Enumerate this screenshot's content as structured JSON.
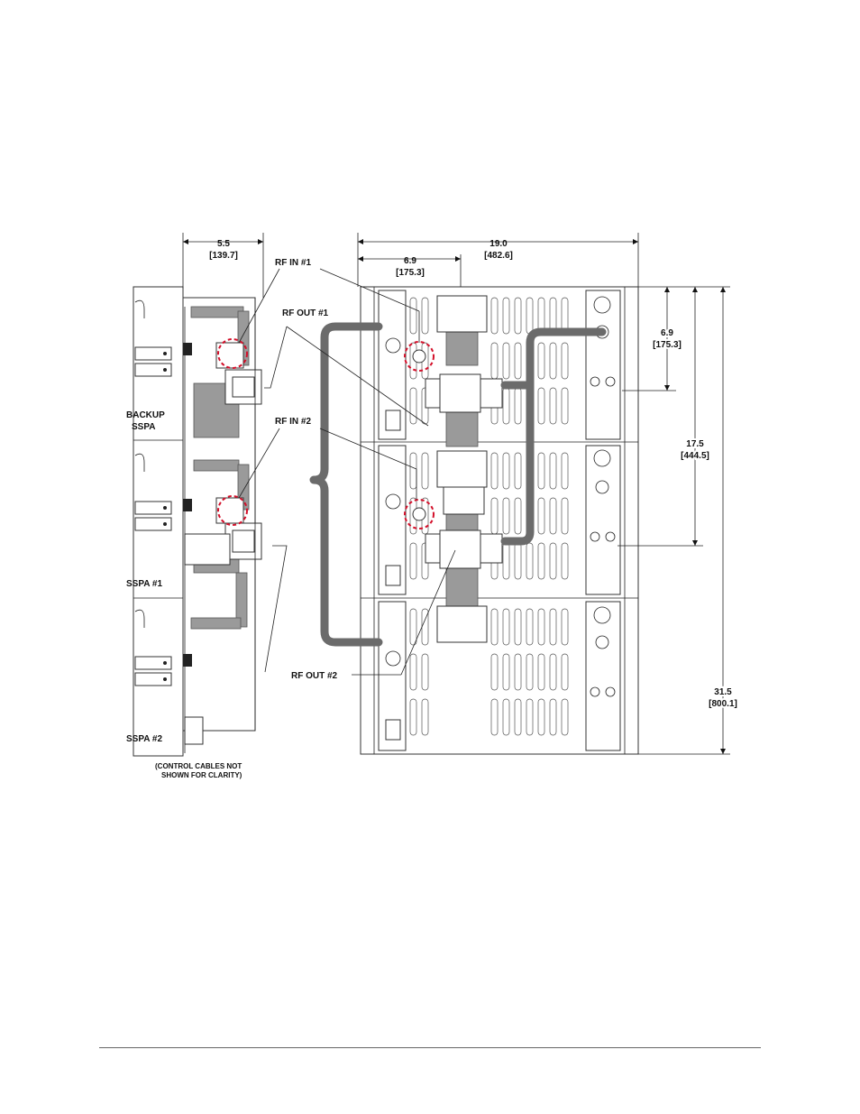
{
  "labels": {
    "backup": [
      "BACKUP",
      "SSPA"
    ],
    "sspa1": "SSPA #1",
    "sspa2": "SSPA #2",
    "note": [
      "(CONTROL CABLES NOT",
      "SHOWN FOR CLARITY)"
    ],
    "rf_in_1": "RF IN #1",
    "rf_out_1": "RF OUT #1",
    "rf_in_2": "RF IN #2",
    "rf_out_2": "RF OUT #2"
  },
  "dimensions": {
    "side_depth": [
      "5.5",
      "[139.7]"
    ],
    "rack_width": [
      "19.0",
      "[482.6]"
    ],
    "offset_width": [
      "6.9",
      "[175.3]"
    ],
    "top_offset": [
      "6.9",
      "[175.3]"
    ],
    "mid_height": [
      "17.5",
      "[444.5]"
    ],
    "total_height": [
      "31.5",
      "[800.1]"
    ]
  }
}
